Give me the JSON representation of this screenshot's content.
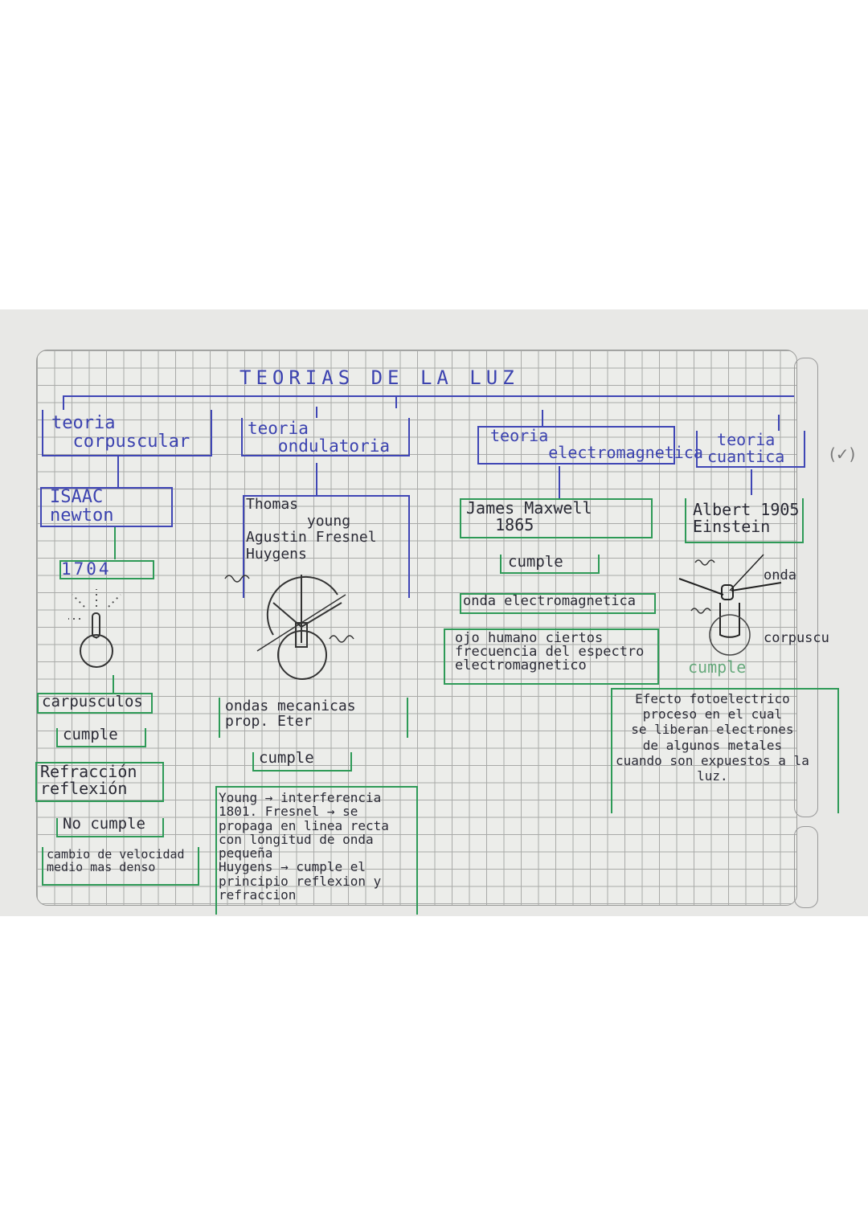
{
  "title": "TEORIAS DE LA LUZ",
  "page_mark": "(✓)",
  "columns": [
    {
      "theory": "teoria\n  corpuscular",
      "person": "ISAAC\nnewton",
      "year": "1704",
      "nodes": [
        "carpusculos",
        "cumple",
        "Refracción\nreflexión",
        "No cumple",
        "cambio de velocidad\nmedio mas denso"
      ]
    },
    {
      "theory": "teoria\n   ondulatoria",
      "person": "Thomas\n       young\nAgustin Fresnel\nHuygens",
      "nodes": [
        "ondas mecanicas\nprop. Eter",
        "cumple",
        "Young → interferencia\n1801. Fresnel → se\npropaga en linea recta\ncon longitud de onda\npequeña\nHuygens → cumple el\nprincipio reflexion y\nrefraccion"
      ]
    },
    {
      "theory": "teoria\n      electromagnetica",
      "person": "James Maxwell\n   1865",
      "nodes": [
        "cumple",
        "onda electromagnetica",
        "ojo humano ciertos\nfrecuencia del espectro\nelectromagnetico"
      ]
    },
    {
      "theory": "teoria\ncuantica",
      "person": "Albert 1905\nEinstein",
      "drawing_labels": [
        "onda",
        "corpuscu"
      ],
      "status": "cumple",
      "nodes": [
        "Efecto fotoelectrico\nproceso en el cual\nse liberan electrones\nde algunos metales\ncuando son expuestos a la\nluz."
      ]
    }
  ],
  "colors": {
    "blue_ink": "#3c43b0",
    "green_ink": "#2e9a57",
    "dark_ink": "#2a2a35"
  }
}
